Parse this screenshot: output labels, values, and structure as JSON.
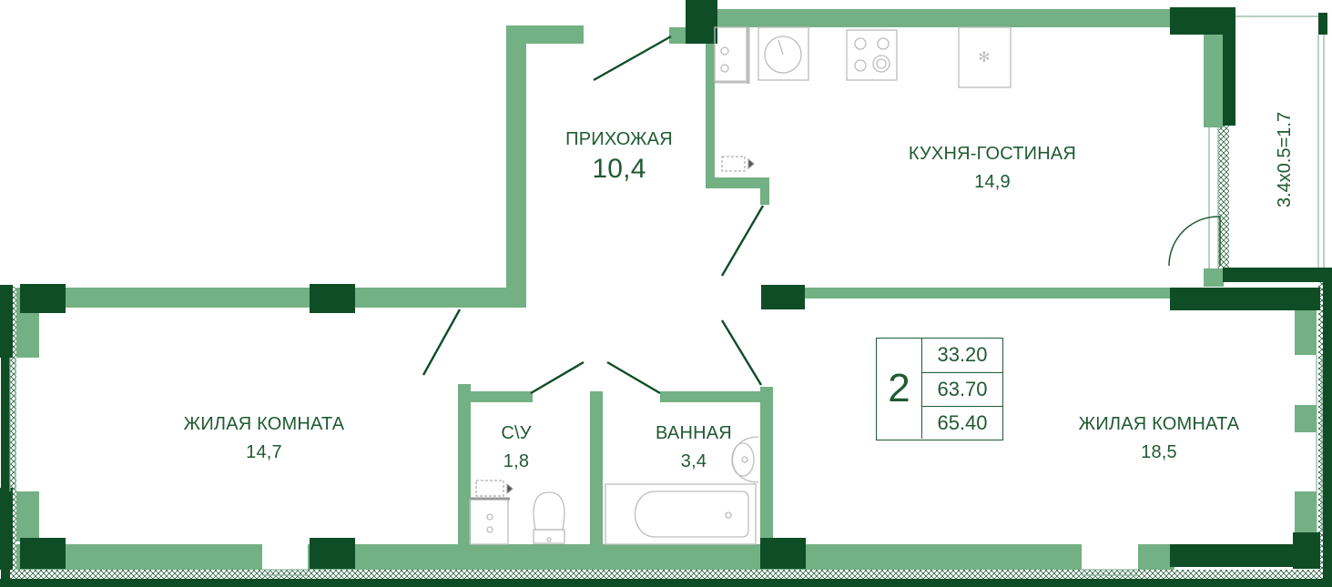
{
  "colors": {
    "wall_light": "#73b083",
    "wall_dark": "#0f4d26",
    "text": "#1f5a33",
    "fixture_gray": "#c4c4c4"
  },
  "rooms": {
    "hallway": {
      "name": "ПРИХОЖАЯ",
      "area": "10,4"
    },
    "kitchen": {
      "name": "КУХНЯ-ГОСТИНАЯ",
      "area": "14,9"
    },
    "room_left": {
      "name": "ЖИЛАЯ КОМНАТА",
      "area": "14,7"
    },
    "wc": {
      "name": "С\\У",
      "area": "1,8"
    },
    "bathroom": {
      "name": "ВАННАЯ",
      "area": "3,4"
    },
    "room_right": {
      "name": "ЖИЛАЯ КОМНАТА",
      "area": "18,5"
    }
  },
  "balcony": {
    "label": "3.4x0.5=1.7"
  },
  "summary": {
    "room_count": "2",
    "areas": [
      "33.20",
      "63.70",
      "65.40"
    ]
  },
  "icons": [
    "stove-icon",
    "sink-icon",
    "fridge-icon",
    "toilet-icon",
    "bathtub-icon",
    "washbasin-icon",
    "door-swing-icon",
    "ventilation-icon",
    "balcony-door-icon"
  ]
}
